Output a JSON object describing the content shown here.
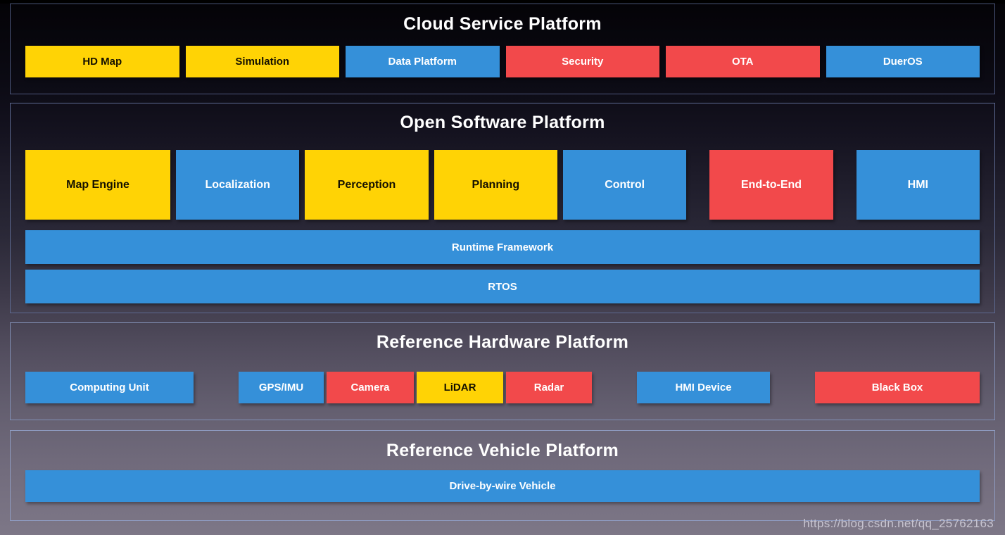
{
  "palette": {
    "yellow": "#FFD305",
    "blue": "#3590D9",
    "red": "#F2494B"
  },
  "cloud": {
    "title": "Cloud Service Platform",
    "items": [
      {
        "label": "HD Map",
        "color": "yellow"
      },
      {
        "label": "Simulation",
        "color": "yellow"
      },
      {
        "label": "Data Platform",
        "color": "blue"
      },
      {
        "label": "Security",
        "color": "red"
      },
      {
        "label": "OTA",
        "color": "red"
      },
      {
        "label": "DuerOS",
        "color": "blue"
      }
    ]
  },
  "software": {
    "title": "Open Software Platform",
    "modules": [
      {
        "label": "Map Engine",
        "color": "yellow"
      },
      {
        "label": "Localization",
        "color": "blue"
      },
      {
        "label": "Perception",
        "color": "yellow"
      },
      {
        "label": "Planning",
        "color": "yellow"
      },
      {
        "label": "Control",
        "color": "blue"
      },
      {
        "label": "End-to-End",
        "color": "red"
      },
      {
        "label": "HMI",
        "color": "blue"
      }
    ],
    "bars": [
      {
        "label": "Runtime Framework",
        "color": "blue"
      },
      {
        "label": "RTOS",
        "color": "blue"
      }
    ]
  },
  "hardware": {
    "title": "Reference Hardware Platform",
    "items": [
      {
        "label": "Computing Unit",
        "color": "blue"
      },
      {
        "label": "GPS/IMU",
        "color": "blue"
      },
      {
        "label": "Camera",
        "color": "red"
      },
      {
        "label": "LiDAR",
        "color": "yellow"
      },
      {
        "label": "Radar",
        "color": "red"
      },
      {
        "label": "HMI Device",
        "color": "blue"
      },
      {
        "label": "Black Box",
        "color": "red"
      }
    ]
  },
  "vehicle": {
    "title": "Reference Vehicle Platform",
    "bar": {
      "label": "Drive-by-wire Vehicle",
      "color": "blue"
    }
  },
  "watermark": "https://blog.csdn.net/qq_25762163"
}
